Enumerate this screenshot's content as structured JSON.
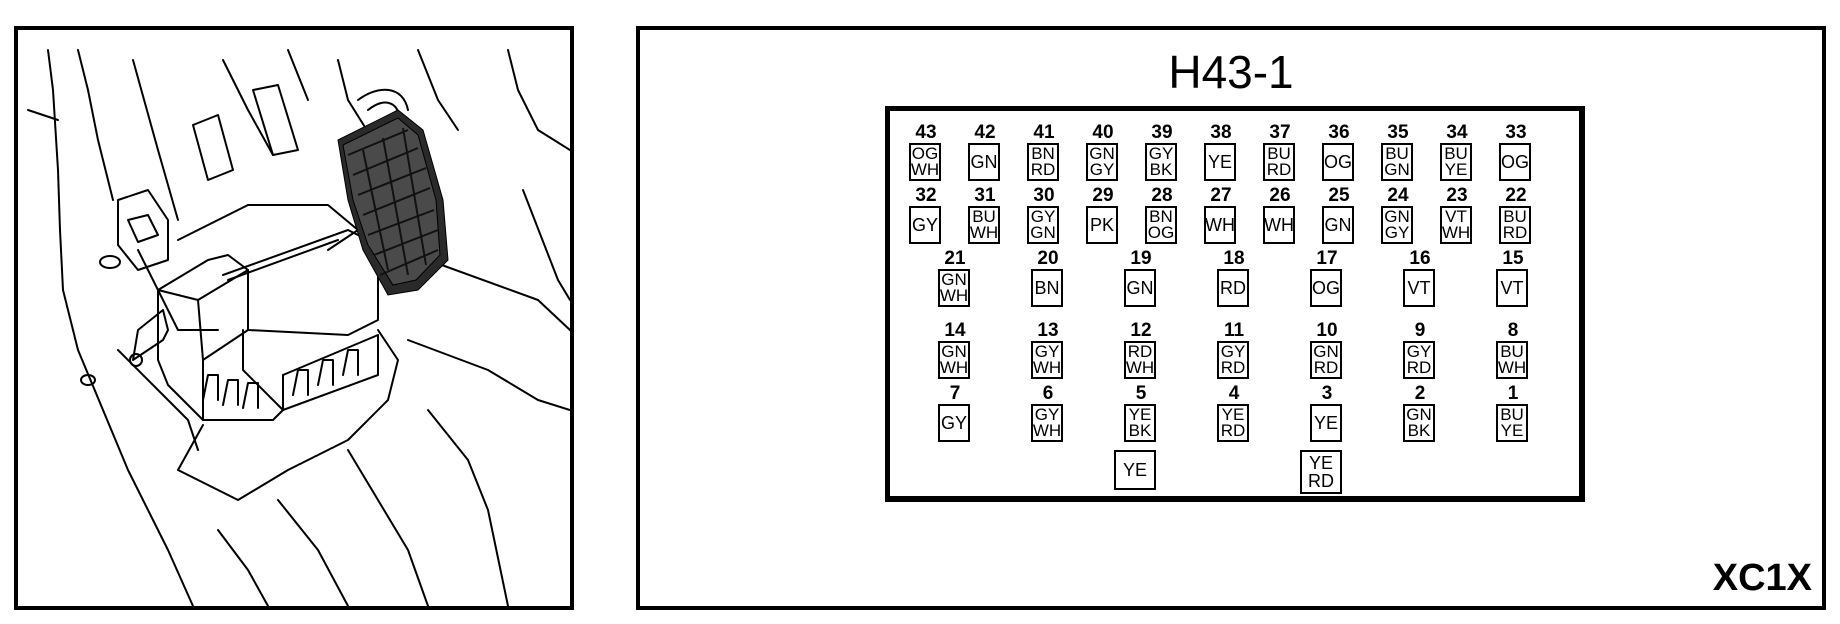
{
  "diagram": {
    "title": "H43-1",
    "variant": "XC1X",
    "pins": [
      {
        "num": "43",
        "code": "OG\nWH"
      },
      {
        "num": "42",
        "code": "GN"
      },
      {
        "num": "41",
        "code": "BN\nRD"
      },
      {
        "num": "40",
        "code": "GN\nGY"
      },
      {
        "num": "39",
        "code": "GY\nBK"
      },
      {
        "num": "38",
        "code": "YE"
      },
      {
        "num": "37",
        "code": "BU\nRD"
      },
      {
        "num": "36",
        "code": "OG"
      },
      {
        "num": "35",
        "code": "BU\nGN"
      },
      {
        "num": "34",
        "code": "BU\nYE"
      },
      {
        "num": "33",
        "code": "OG"
      },
      {
        "num": "32",
        "code": "GY"
      },
      {
        "num": "31",
        "code": "BU\nWH"
      },
      {
        "num": "30",
        "code": "GY\nGN"
      },
      {
        "num": "29",
        "code": "PK"
      },
      {
        "num": "28",
        "code": "BN\nOG"
      },
      {
        "num": "27",
        "code": "WH"
      },
      {
        "num": "26",
        "code": "WH"
      },
      {
        "num": "25",
        "code": "GN"
      },
      {
        "num": "24",
        "code": "GN\nGY"
      },
      {
        "num": "23",
        "code": "VT\nWH"
      },
      {
        "num": "22",
        "code": "BU\nRD"
      },
      {
        "num": "21",
        "code": "GN\nWH"
      },
      {
        "num": "20",
        "code": "BN"
      },
      {
        "num": "19",
        "code": "GN"
      },
      {
        "num": "18",
        "code": "RD"
      },
      {
        "num": "17",
        "code": "OG"
      },
      {
        "num": "16",
        "code": "VT"
      },
      {
        "num": "15",
        "code": "VT"
      },
      {
        "num": "14",
        "code": "GN\nWH"
      },
      {
        "num": "13",
        "code": "GY\nWH"
      },
      {
        "num": "12",
        "code": "RD\nWH"
      },
      {
        "num": "11",
        "code": "GY\nRD"
      },
      {
        "num": "10",
        "code": "GN\nRD"
      },
      {
        "num": "9",
        "code": "GY\nRD"
      },
      {
        "num": "8",
        "code": "BU\nWH"
      },
      {
        "num": "7",
        "code": "GY"
      },
      {
        "num": "6",
        "code": "GY\nWH"
      },
      {
        "num": "5",
        "code": "YE\nBK"
      },
      {
        "num": "4",
        "code": "YE\nRD"
      },
      {
        "num": "3",
        "code": "YE"
      },
      {
        "num": "2",
        "code": "GN\nBK"
      },
      {
        "num": "1",
        "code": "BU\nYE"
      }
    ],
    "leads": [
      {
        "from_pin": "5",
        "code": "YE"
      },
      {
        "from_pin": "3",
        "code": "YE\nRD"
      }
    ]
  }
}
